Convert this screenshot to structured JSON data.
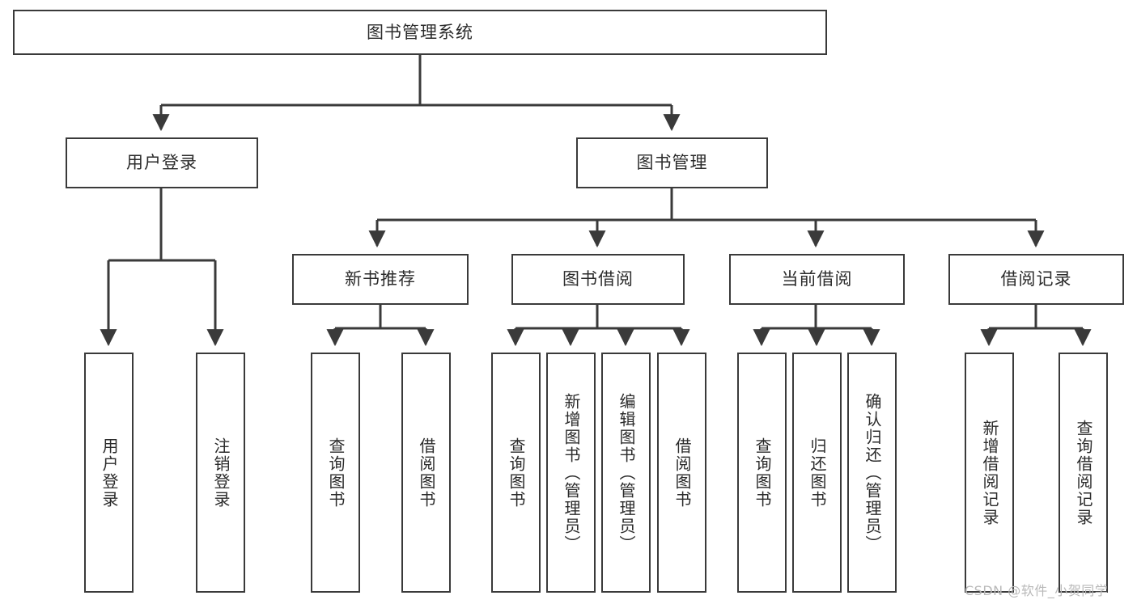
{
  "diagram": {
    "type": "tree-hierarchy-functional-structure",
    "root": {
      "id": "root",
      "label": "图书管理系统"
    },
    "level1": [
      {
        "id": "login",
        "label": "用户登录"
      },
      {
        "id": "bookmgmt",
        "label": "图书管理"
      }
    ],
    "level2": [
      {
        "id": "newbook",
        "label": "新书推荐",
        "parent": "bookmgmt"
      },
      {
        "id": "borrow",
        "label": "图书借阅",
        "parent": "bookmgmt"
      },
      {
        "id": "current",
        "label": "当前借阅",
        "parent": "bookmgmt"
      },
      {
        "id": "records",
        "label": "借阅记录",
        "parent": "bookmgmt"
      }
    ],
    "leaves": [
      {
        "id": "leaf-login-1",
        "label": "用户登录",
        "parent": "login"
      },
      {
        "id": "leaf-login-2",
        "label": "注销登录",
        "parent": "login"
      },
      {
        "id": "leaf-new-1",
        "label": "查询图书",
        "parent": "newbook"
      },
      {
        "id": "leaf-new-2",
        "label": "借阅图书",
        "parent": "newbook"
      },
      {
        "id": "leaf-bor-1",
        "label": "查询图书",
        "parent": "borrow"
      },
      {
        "id": "leaf-bor-2",
        "label": "新增图书（管理员）",
        "parent": "borrow"
      },
      {
        "id": "leaf-bor-3",
        "label": "编辑图书（管理员）",
        "parent": "borrow"
      },
      {
        "id": "leaf-bor-4",
        "label": "借阅图书",
        "parent": "borrow"
      },
      {
        "id": "leaf-cur-1",
        "label": "查询图书",
        "parent": "current"
      },
      {
        "id": "leaf-cur-2",
        "label": "归还图书",
        "parent": "current"
      },
      {
        "id": "leaf-cur-3",
        "label": "确认归还（管理员）",
        "parent": "current"
      },
      {
        "id": "leaf-rec-1",
        "label": "新增借阅记录",
        "parent": "records"
      },
      {
        "id": "leaf-rec-2",
        "label": "查询借阅记录",
        "parent": "records"
      }
    ]
  },
  "watermark": {
    "text": "CSDN @软件_小贺同学"
  },
  "colors": {
    "box_border": "#3a3a3a",
    "box_fill": "#ffffff",
    "text": "#2b2b2b",
    "connector": "#3a3a3a",
    "watermark": "#b9b9b9",
    "background": "#ffffff"
  }
}
